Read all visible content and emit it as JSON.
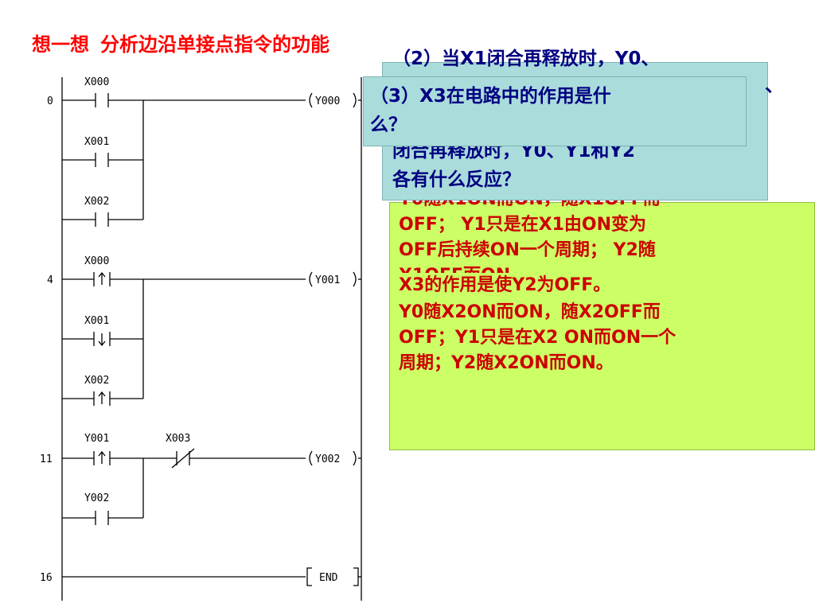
{
  "title": {
    "main": "想一想",
    "sub": "分析边沿单接点指令的功能"
  },
  "ladder": {
    "rungs": [
      {
        "step": "0",
        "coil": "Y000",
        "contacts": [
          {
            "label": "X000",
            "type": "NO"
          },
          {
            "label": "X001",
            "type": "NO"
          },
          {
            "label": "X002",
            "type": "NO"
          }
        ]
      },
      {
        "step": "4",
        "coil": "Y001",
        "contacts": [
          {
            "label": "X000",
            "type": "rising"
          },
          {
            "label": "X001",
            "type": "falling"
          },
          {
            "label": "X002",
            "type": "rising"
          }
        ]
      },
      {
        "step": "11",
        "coil": "Y002",
        "contacts": [
          {
            "label": "Y001",
            "type": "rising"
          },
          {
            "label": "Y002",
            "type": "NO"
          },
          {
            "label": "X003",
            "type": "NC"
          }
        ]
      },
      {
        "step": "16",
        "coil": "END"
      }
    ]
  },
  "question2": {
    "lines": [
      "（2）当X1闭合再释放时，Y0、",
      "          、",
      "闭合再释放时，Y0、Y1和Y2",
      "各有什么反应？"
    ]
  },
  "question3": {
    "lines": [
      "（3）X3在电路中的作用是什",
      "么？"
    ]
  },
  "answers": {
    "lines": [
      "Y0随X1ON而ON，随X1OFF而",
      "OFF； Y1只是在X1由ON变为",
      "OFF后持续ON一个周期； Y2随",
      "X1OFF而ON。",
      "Y0随X2ON而ON，随X2OFF而",
      "OFF；Y1只是在X2 ON而ON一个",
      "周期；Y2随X2ON而ON。"
    ],
    "x3": "X3的作用是使Y2为OFF。"
  }
}
